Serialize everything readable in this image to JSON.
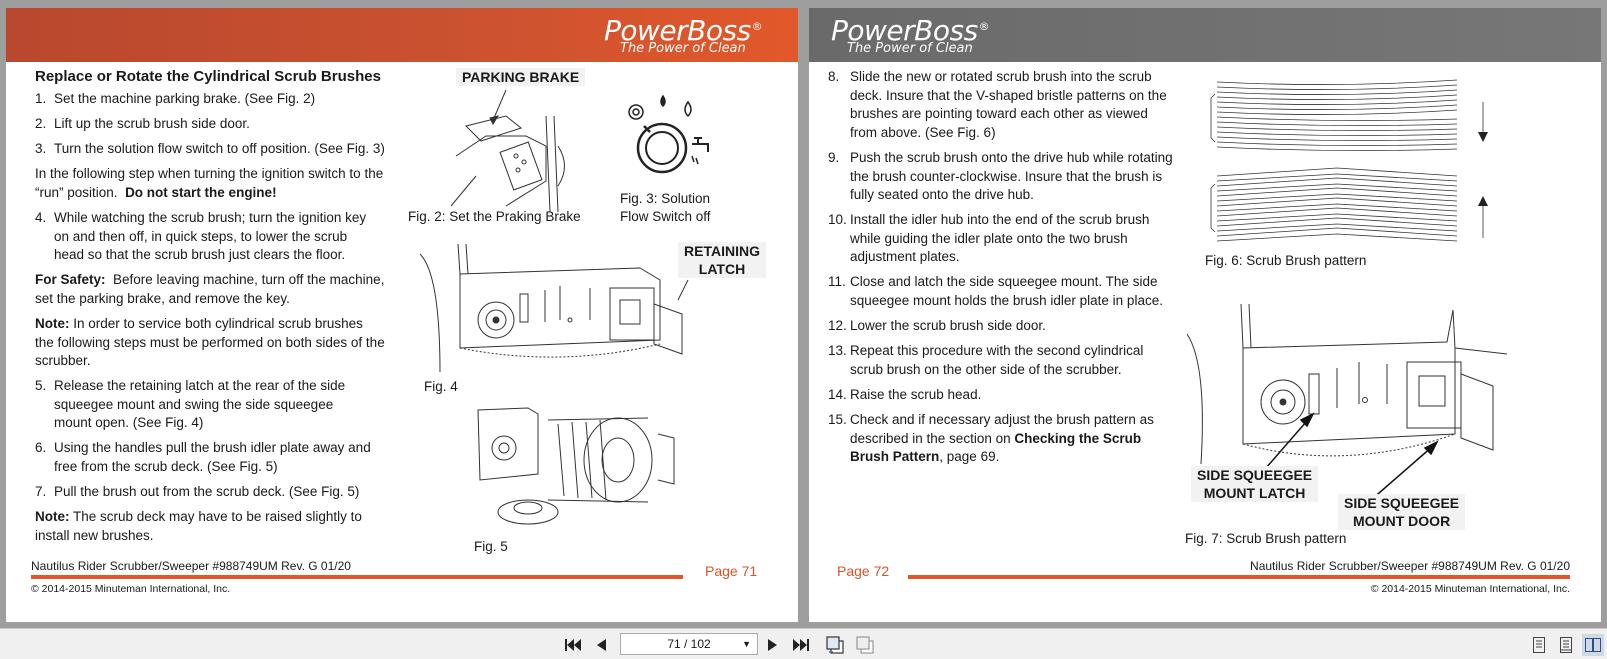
{
  "brand": {
    "name": "PowerBoss",
    "registered": "®",
    "tagline": "The Power of Clean"
  },
  "left_page": {
    "heading": "Replace or Rotate the Cylindrical Scrub Brushes",
    "steps_a": [
      {
        "num": "1.",
        "text": "Set the machine parking brake. (See Fig. 2)"
      },
      {
        "num": "2.",
        "text": "Lift up the scrub brush side door."
      },
      {
        "num": "3.",
        "text": "Turn the solution flow switch to off position. (See Fig. 3)"
      }
    ],
    "ignition_note_pre": "In the following step when turning the ignition switch to the “run” position.",
    "ignition_note_bold": "Do not start the engine!",
    "step4": {
      "num": "4.",
      "text": "While watching the scrub brush; turn the ignition key on and then off, in quick steps, to lower the scrub head so that the scrub brush just clears the floor."
    },
    "safety_label": "For Safety:",
    "safety_text": "Before leaving machine, turn off the machine, set the parking brake, and remove the key.",
    "note1_label": "Note:",
    "note1_text": "In order to service both cylindrical scrub brushes the following steps must be performed on both sides of the scrubber.",
    "steps_b": [
      {
        "num": "5.",
        "text": "Release the retaining latch at the rear of the side squeegee mount and swing the side squeegee mount open. (See Fig. 4)"
      },
      {
        "num": "6.",
        "text": "Using the handles pull the brush idler plate away and free from the scrub deck. (See Fig. 5)"
      },
      {
        "num": "7.",
        "text": "Pull the brush out from the scrub deck. (See Fig. 5)"
      }
    ],
    "note2_label": "Note:",
    "note2_text": "The scrub deck may have to be raised slightly to install new brushes.",
    "callouts": {
      "parking_brake": "PARKING BRAKE",
      "retaining_latch_1": "RETAINING",
      "retaining_latch_2": "LATCH"
    },
    "captions": {
      "fig2": "Fig. 2:  Set the Praking Brake",
      "fig3_1": "Fig. 3: Solution",
      "fig3_2": "Flow Switch off",
      "fig4": "Fig. 4",
      "fig5": "Fig. 5"
    },
    "footer_title": "Nautilus Rider Scrubber/Sweeper  #988749UM  Rev. G 01/20",
    "footer_copyright": "© 2014-2015 Minuteman International, Inc.",
    "page_label": "Page  71"
  },
  "right_page": {
    "steps": [
      {
        "num": "8.",
        "text": "Slide the new or rotated scrub brush into the scrub deck. Insure that the V-shaped bristle patterns on the brushes are pointing toward each other as viewed from above. (See Fig. 6)"
      },
      {
        "num": "9.",
        "text": "Push the scrub brush onto the drive hub while rotating the brush counter-clockwise.  Insure that the brush is fully seated onto the drive hub."
      },
      {
        "num": "10.",
        "text": "Install the idler hub into the end of the scrub brush while guiding the idler plate onto the two brush adjustment plates."
      },
      {
        "num": "11.",
        "text": "Close and latch the side squeegee mount.  The side squeegee mount holds the brush idler plate in place."
      },
      {
        "num": "12.",
        "text": "Lower the scrub brush side door."
      },
      {
        "num": "13.",
        "text": "Repeat this procedure with the second cylindrical scrub brush on the other side of the scrubber."
      },
      {
        "num": "14.",
        "text": "Raise the scrub head."
      }
    ],
    "step15_num": "15.",
    "step15_pre": "Check and if necessary adjust the brush pattern as described in the section on",
    "step15_bold": "Checking the Scrub Brush Pattern",
    "step15_post": ", page 69.",
    "callouts": {
      "latch_1": "SIDE SQUEEGEE",
      "latch_2": "MOUNT LATCH",
      "door_1": "SIDE SQUEEGEE",
      "door_2": "MOUNT DOOR"
    },
    "captions": {
      "fig6": "Fig. 6:  Scrub Brush pattern",
      "fig7": "Fig. 7:  Scrub Brush pattern"
    },
    "footer_title": "Nautilus Rider Scrubber/Sweeper  #988749UM  Rev. G 01/20",
    "footer_copyright": "© 2014-2015 Minuteman International, Inc.",
    "page_label": "Page  72"
  },
  "toolbar": {
    "page_indicator": "71 / 102",
    "icons": [
      "first-page-icon",
      "prev-page-icon",
      "next-page-icon",
      "last-page-icon",
      "rotate-page-icon",
      "copy-page-icon",
      "single-page-view-icon",
      "continuous-view-icon",
      "two-page-view-icon"
    ]
  },
  "colors": {
    "accent": "#e3562a",
    "banner_left": "#cc5230",
    "banner_right": "#6e6e6e",
    "page_number": "#d9532a"
  }
}
